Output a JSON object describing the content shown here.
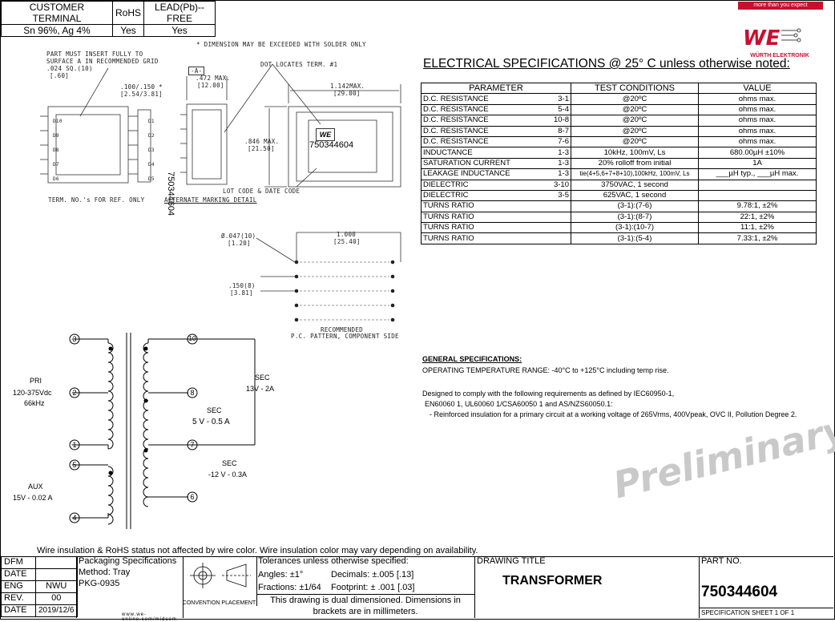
{
  "header_table": {
    "customer_terminal": "CUSTOMER TERMINAL",
    "rohs": "RoHS",
    "lead_free": "LEAD(Pb)--FREE",
    "terminal_value": "Sn 96%, Ag 4%",
    "rohs_value": "Yes",
    "lead_free_value": "Yes"
  },
  "brand": {
    "tagline": "more than you expect",
    "name": "WÜRTH ELEKTRONIK",
    "logo_letters": "WE"
  },
  "drawing_notes": {
    "dimension_note": "* DIMENSION MAY BE EXCEEDED WITH SOLDER ONLY",
    "part_insert_1": "PART MUST INSERT FULLY TO",
    "part_insert_2": "SURFACE A IN RECOMMENDED GRID",
    "part_insert_3": ".024 SQ.(10)",
    "part_insert_4": "[.60]",
    "pitch_1": ".100/.150 *",
    "pitch_2": "[2.54/3.81]",
    "datum_a": "-A-",
    "height_1": ".472 MAX.",
    "height_2": "[12.00]",
    "dot_note": "DOT LOCATES TERM. #1",
    "width_1": "1.142MAX.",
    "width_2": "[29.00]",
    "depth_1": ".846 MAX.",
    "depth_2": "[21.50]",
    "part_marking": "750344604",
    "lot_code": "LOT CODE & DATE CODE",
    "term_note": "TERM. NO.'s FOR REF. ONLY",
    "alt_marking": "ALTERNATE MARKING DETAIL",
    "hole_1": "Ø.047(10)",
    "hole_2": "[1.20]",
    "span_1": "1.000",
    "span_2": "[25.40]",
    "row_pitch_1": ".150(8)",
    "row_pitch_2": "[3.81]",
    "recommended_1": "RECOMMENDED",
    "recommended_2": "P.C. PATTERN, COMPONENT SIDE",
    "pin_labels_left": [
      "D10",
      "D9",
      "D8",
      "D7",
      "D6"
    ],
    "pin_labels_right": [
      "D1",
      "D2",
      "D3",
      "D4",
      "D5"
    ]
  },
  "electrical": {
    "title": "ELECTRICAL SPECIFICATIONS @ 25° C unless otherwise noted:",
    "headers": [
      "PARAMETER",
      "TEST CONDITIONS",
      "VALUE"
    ],
    "rows": [
      {
        "param": "D.C. RESISTANCE",
        "pins": "3-1",
        "cond": "@20ºC",
        "value": "ohms  max."
      },
      {
        "param": "D.C. RESISTANCE",
        "pins": "5-4",
        "cond": "@20ºC",
        "value": "ohms  max."
      },
      {
        "param": "D.C. RESISTANCE",
        "pins": "10-8",
        "cond": "@20ºC",
        "value": "ohms  max."
      },
      {
        "param": "D.C. RESISTANCE",
        "pins": "8-7",
        "cond": "@20ºC",
        "value": "ohms  max."
      },
      {
        "param": "D.C. RESISTANCE",
        "pins": "7-6",
        "cond": "@20ºC",
        "value": "ohms  max."
      },
      {
        "param": "INDUCTANCE",
        "pins": "1-3",
        "cond": "10kHz, 100mV, Ls",
        "value": "680.00µH ±10%"
      },
      {
        "param": "SATURATION CURRENT",
        "pins": "1-3",
        "cond": "20% rolloff from initial",
        "value": "1A"
      },
      {
        "param": "LEAKAGE INDUCTANCE",
        "pins": "1-3",
        "cond": "tie(4+5,6+7+8+10),100kHz, 100mV, Ls",
        "value": "___µH typ., ___µH max."
      },
      {
        "param": "DIELECTRIC",
        "pins": "3-10",
        "cond": "3750VAC, 1 second",
        "value": ""
      },
      {
        "param": "DIELECTRIC",
        "pins": "3-5",
        "cond": "625VAC, 1 second",
        "value": ""
      },
      {
        "param": "TURNS RATIO",
        "pins": "",
        "cond": "(3-1):(7-6)",
        "value": "9.78:1, ±2%"
      },
      {
        "param": "TURNS RATIO",
        "pins": "",
        "cond": "(3-1):(8-7)",
        "value": "22:1, ±2%"
      },
      {
        "param": "TURNS RATIO",
        "pins": "",
        "cond": "(3-1):(10-7)",
        "value": "11:1, ±2%"
      },
      {
        "param": "TURNS RATIO",
        "pins": "",
        "cond": "(3-1):(5-4)",
        "value": "7.33:1, ±2%"
      }
    ]
  },
  "general": {
    "title": "GENERAL SPECIFICATIONS:",
    "operating": "OPERATING TEMPERATURE RANGE: -40°C to +125°C including temp rise.",
    "designed_1": "Designed to comply with the following requirements as defined by IEC60950-1,",
    "designed_2": "EN60060 1, UL60060 1/CSA60050 1 and AS/NZS60050.1:",
    "designed_3": "- Reinforced insulation for a primary circuit at a working voltage of 265Vrms, 400Vpeak, OVC II, Pollution Degree 2."
  },
  "schematic": {
    "pri_1": "PRI",
    "pri_2": "120-375Vdc",
    "pri_3": "66kHz",
    "aux_1": "AUX",
    "aux_2": "15V - 0.02 A",
    "sec1_1": "SEC",
    "sec1_2": "13V - 2A",
    "sec2_1": "SEC",
    "sec2_2": "5 V - 0.5 A",
    "sec3_1": "SEC",
    "sec3_2": "-12 V - 0.3A",
    "pins": {
      "p1": "1",
      "p2": "2",
      "p3": "3",
      "p4": "4",
      "p5": "5",
      "p6": "6",
      "p7": "7",
      "p8": "8",
      "p10": "10"
    }
  },
  "watermark": "Preliminary",
  "wire_note": "Wire insulation & RoHS status not affected by wire color.  Wire insulation color may vary depending on availability.",
  "title_block": {
    "dfm": "DFM",
    "date_label": "DATE",
    "eng": "ENG",
    "eng_value": "NWU",
    "rev": "REV.",
    "rev_value": "00",
    "date_label2": "DATE",
    "date_value": "2019/12/6",
    "packaging_title": "Packaging Specifications",
    "packaging_method": "Method: Tray",
    "packaging_code": "PKG-0935",
    "website": "www.we-online.com/midcom",
    "convention": "CONVENTION PLACEMENT",
    "tolerance_title": "Tolerances unless otherwise specified:",
    "angles": "Angles: ±1°",
    "decimals": "Decimals: ±.005 [.13]",
    "fractions": "Fractions: ±1/64",
    "footprint": "Footprint: ± .001 [.03]",
    "dual_1": "This drawing is dual dimensioned.  Dimensions in",
    "dual_2": "brackets are in millimeters.",
    "drawing_title_label": "DRAWING TITLE",
    "drawing_title": "TRANSFORMER",
    "part_no_label": "PART NO.",
    "part_no": "750344604",
    "sheet": "SPECIFICATION SHEET 1 OF 1"
  }
}
